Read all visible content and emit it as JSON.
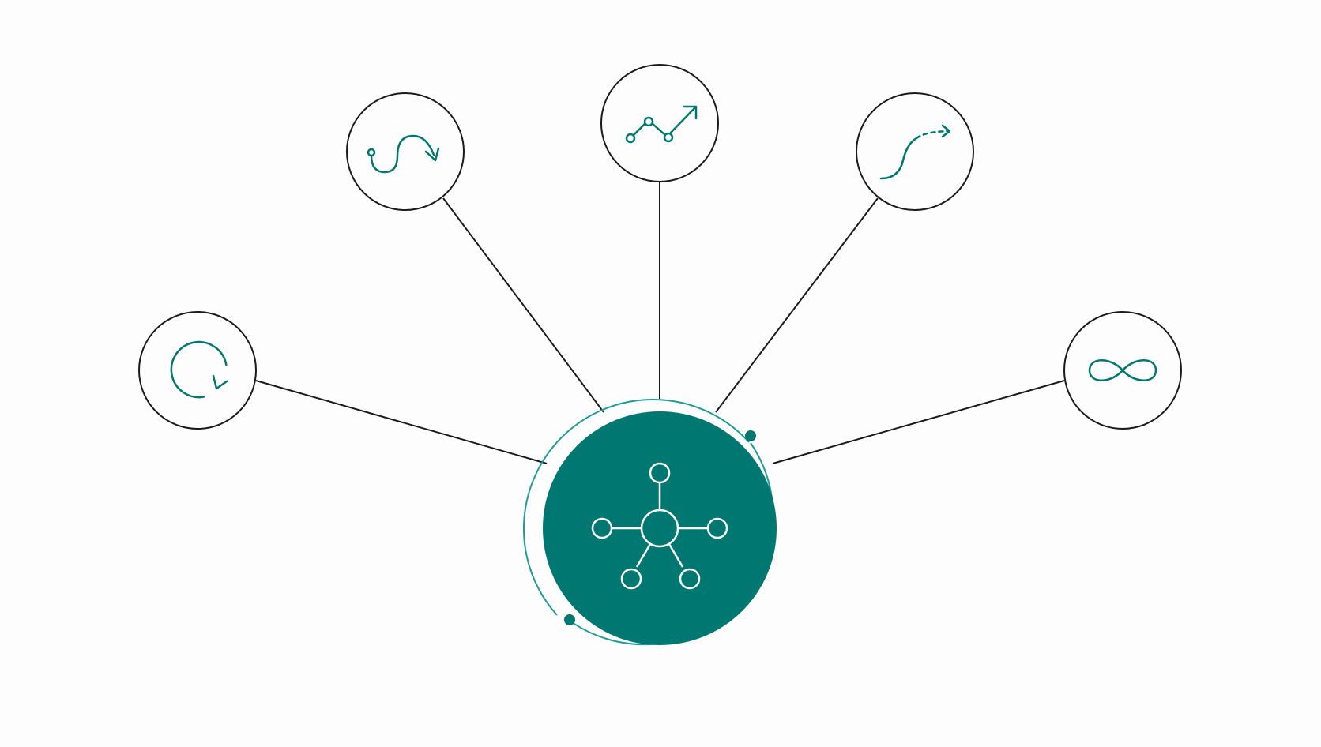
{
  "diagram": {
    "type": "hub-and-spoke",
    "hub": {
      "icon": "network-nodes-icon"
    },
    "nodes": [
      {
        "id": "cycle",
        "icon": "circular-arrow-icon"
      },
      {
        "id": "path",
        "icon": "winding-path-arrow-icon"
      },
      {
        "id": "growth",
        "icon": "trend-up-arrow-icon"
      },
      {
        "id": "curve",
        "icon": "curved-dashed-arrow-icon"
      },
      {
        "id": "infinity",
        "icon": "infinity-icon"
      }
    ]
  },
  "colors": {
    "background": "#fdfdfd",
    "outline": "#1a1a1a",
    "accent": "#007770",
    "ring": "#1f9c97",
    "hub_icon": "#ffffff"
  }
}
